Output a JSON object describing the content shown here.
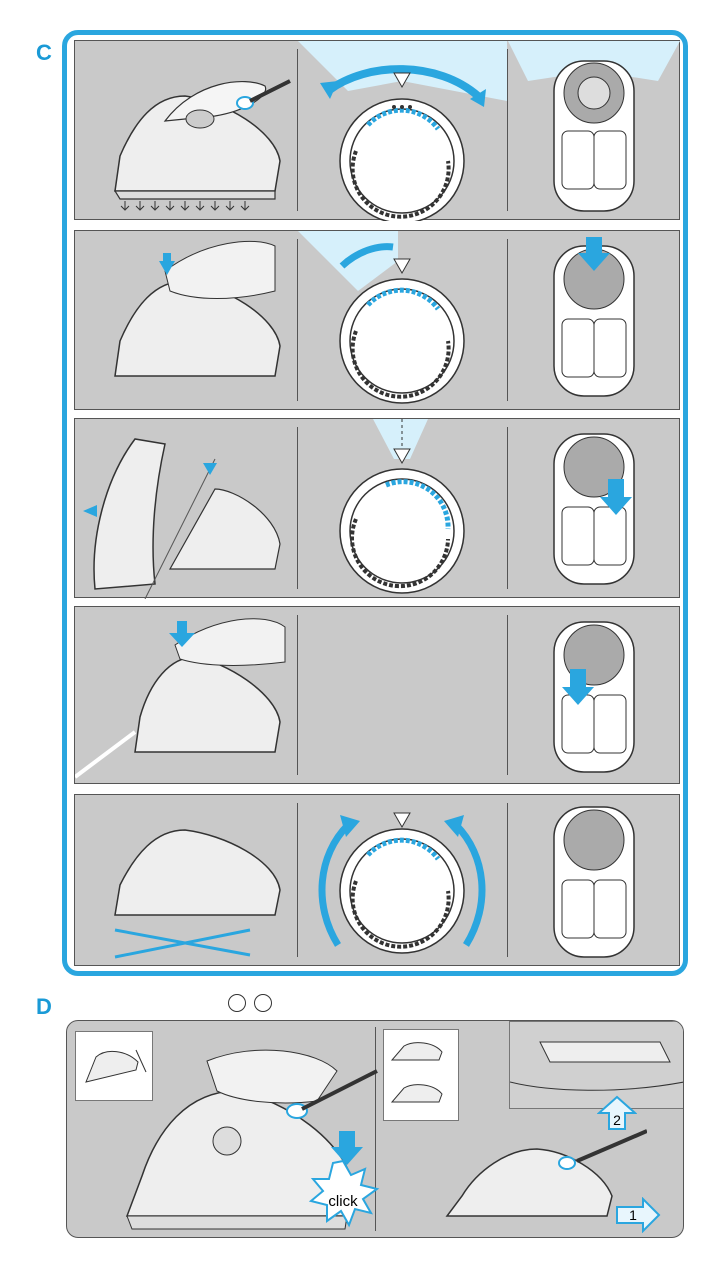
{
  "section_c": {
    "letter": "C"
  },
  "section_d": {
    "letter": "D",
    "click_label": "click",
    "step_labels": [
      "2",
      "1"
    ]
  },
  "colors": {
    "accent": "#2aa6df",
    "panel": "#c9c9c9",
    "outline": "#555555"
  },
  "icons": [
    "iron-icon",
    "temperature-dial-icon",
    "steam-control-icon",
    "push-arrow-icon",
    "rotate-arrow-icon",
    "cross-out-icon"
  ]
}
